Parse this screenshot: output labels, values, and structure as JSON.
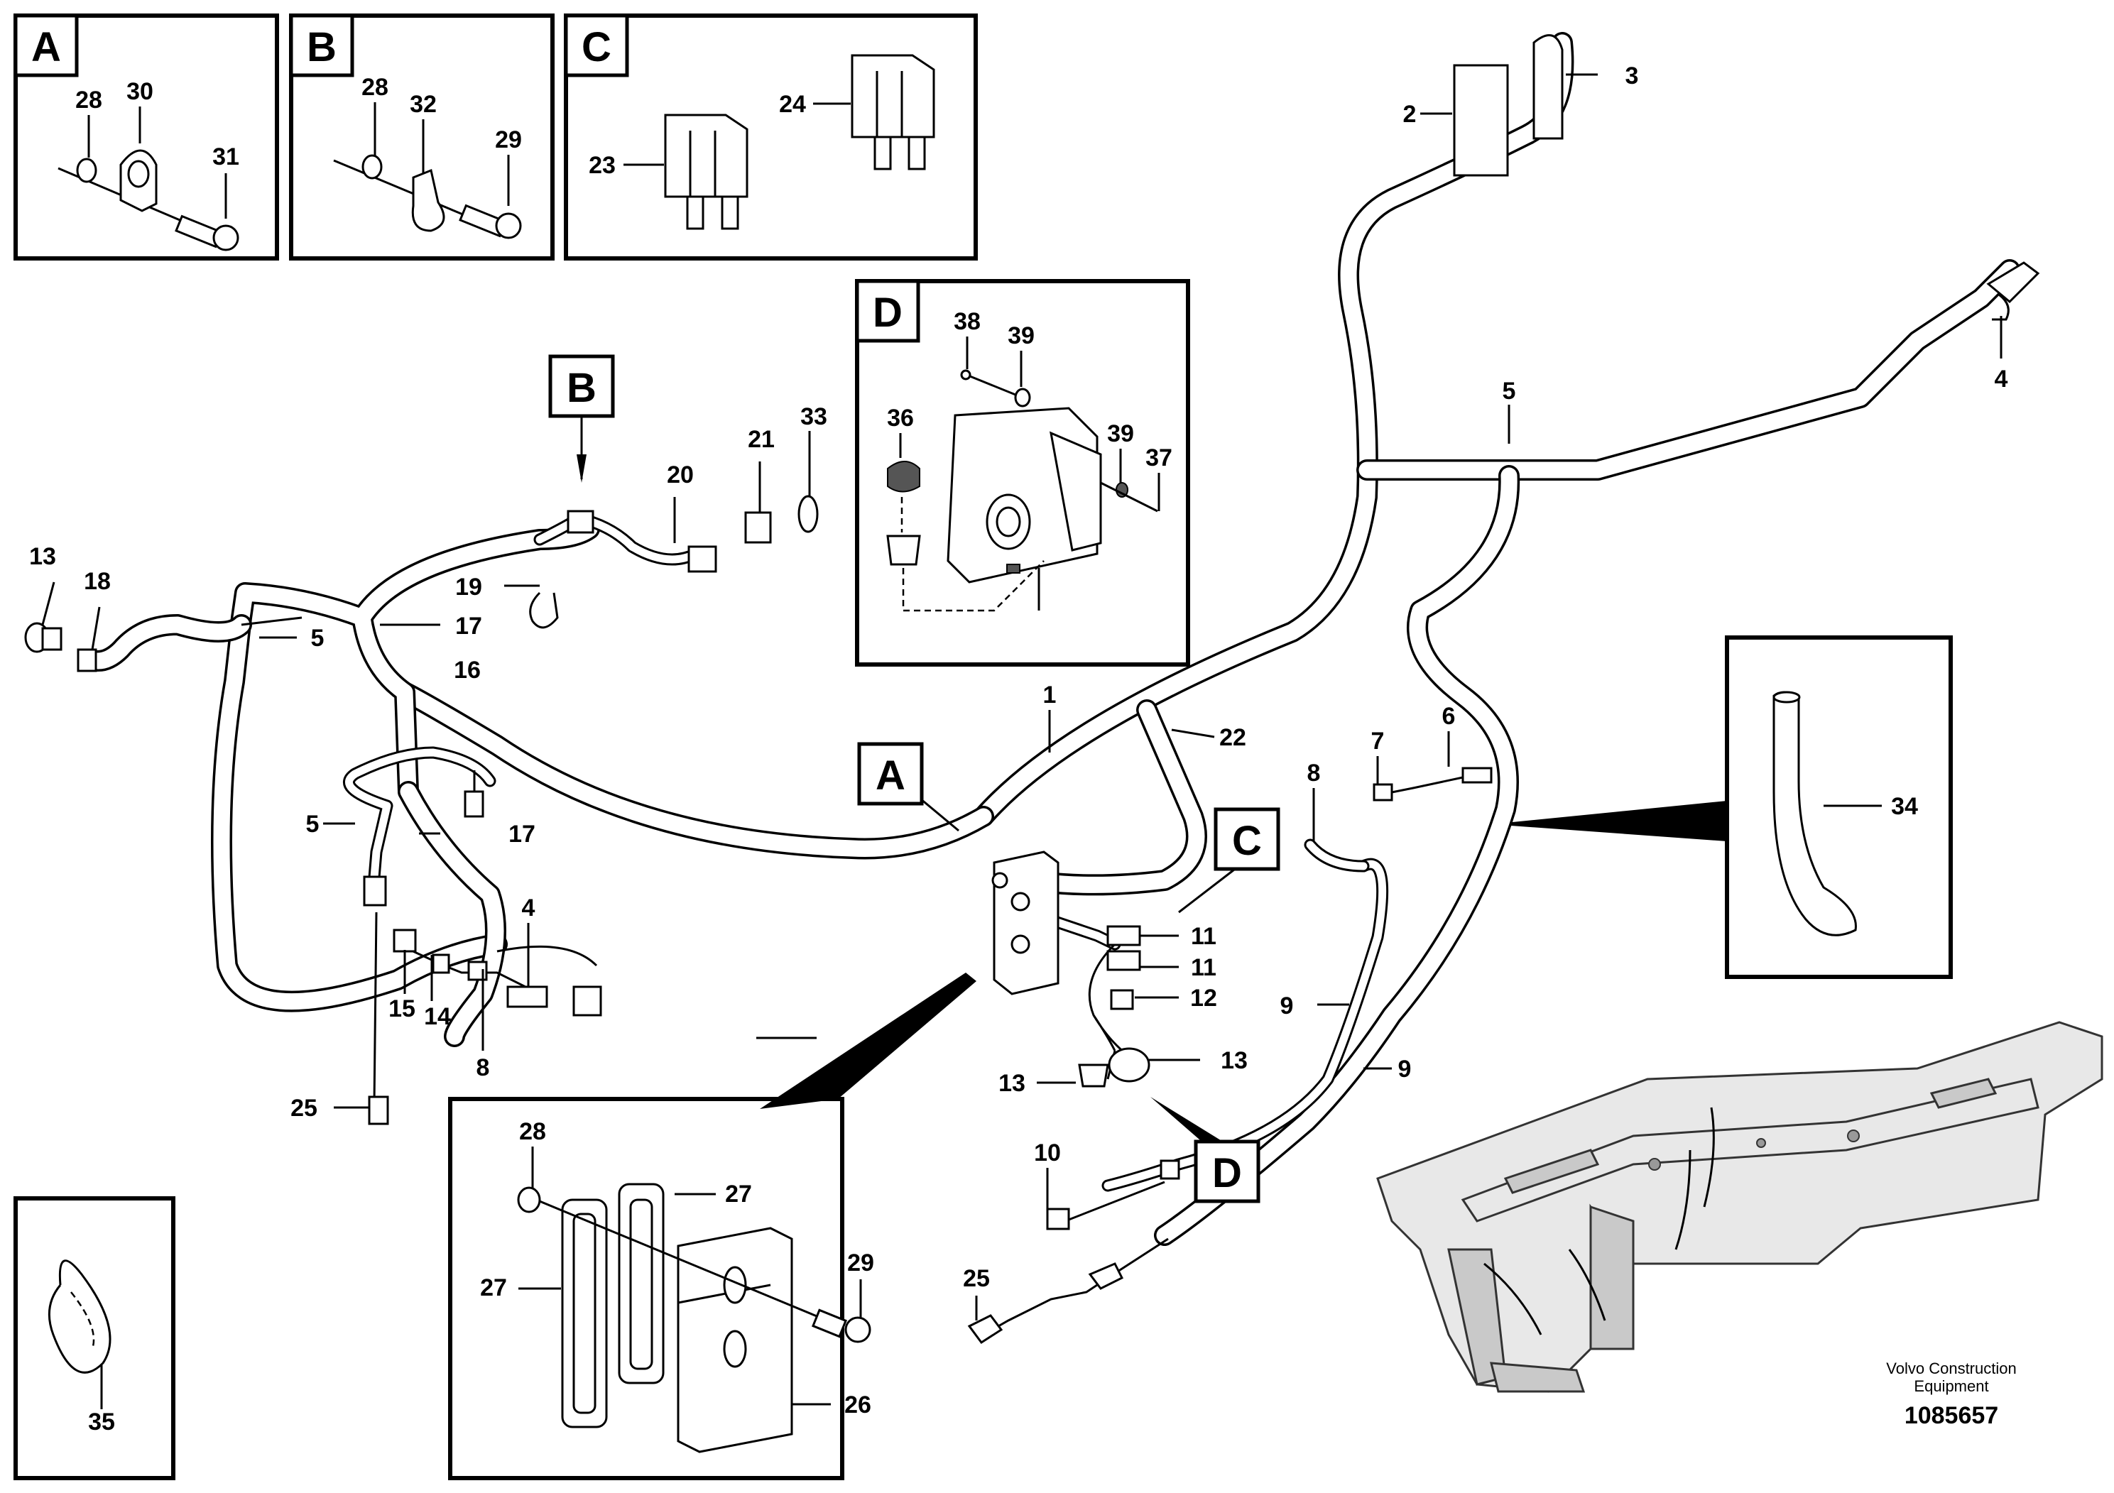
{
  "insets": {
    "A": {
      "letter": "A",
      "numbers": [
        "28",
        "30",
        "31"
      ]
    },
    "B": {
      "letter": "B",
      "numbers": [
        "28",
        "32",
        "29"
      ]
    },
    "C": {
      "letter": "C",
      "numbers": [
        "24",
        "23"
      ]
    },
    "D": {
      "letter": "D",
      "numbers": [
        "38",
        "39",
        "36",
        "39",
        "37"
      ]
    },
    "A_detail": {
      "numbers": [
        "28",
        "27",
        "27",
        "29",
        "26"
      ]
    },
    "cable_34": {
      "number": "34"
    },
    "tie_35": {
      "number": "35"
    }
  },
  "callouts": {
    "A": "A",
    "B": "B",
    "C": "C",
    "D": "D"
  },
  "labels": {
    "n1": "1",
    "n2": "2",
    "n3": "3",
    "n4a": "4",
    "n4b": "4",
    "n5a": "5",
    "n5b": "5",
    "n5c": "5",
    "n6": "6",
    "n7": "7",
    "n8a": "8",
    "n8b": "8",
    "n9a": "9",
    "n9b": "9",
    "n10": "10",
    "n11a": "11",
    "n11b": "11",
    "n12": "12",
    "n13a": "13",
    "n13b": "13",
    "n13c": "13",
    "n14": "14",
    "n15": "15",
    "n16": "16",
    "n17a": "17",
    "n17b": "17",
    "n18": "18",
    "n19": "19",
    "n20": "20",
    "n21": "21",
    "n22": "22",
    "n25a": "25",
    "n25b": "25",
    "n33": "33"
  },
  "footer": {
    "brand_line1": "Volvo Construction",
    "brand_line2": "Equipment",
    "image_number": "1085657"
  }
}
